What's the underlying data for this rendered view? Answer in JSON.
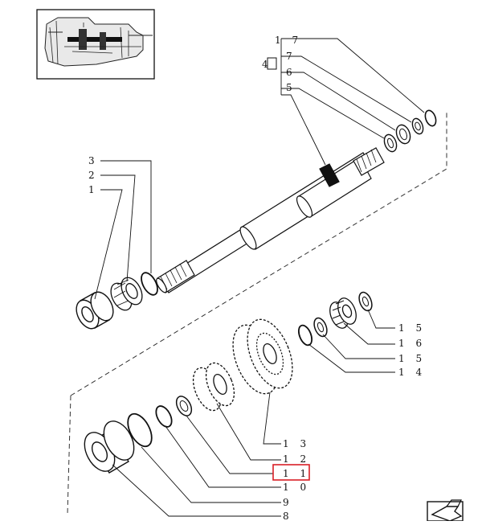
{
  "diagram": {
    "highlighted_callout": "1 1",
    "highlight_color": "#d81f26",
    "callouts": {
      "c17": "1 7",
      "c7": "7",
      "c4": "4",
      "c6": "6",
      "c5": "5",
      "c3": "3",
      "c2": "2",
      "c1": "1",
      "c15a": "1 5",
      "c16": "1 6",
      "c15b": "1 5",
      "c14": "1 4",
      "c13": "1 3",
      "c12": "1 2",
      "c11": "1 1",
      "c10": "1 0",
      "c9": "9",
      "c8": "8"
    },
    "thumbnail_icon": "transmission-section-thumbnail",
    "nav_icon": "next-page-arrow-icon"
  }
}
